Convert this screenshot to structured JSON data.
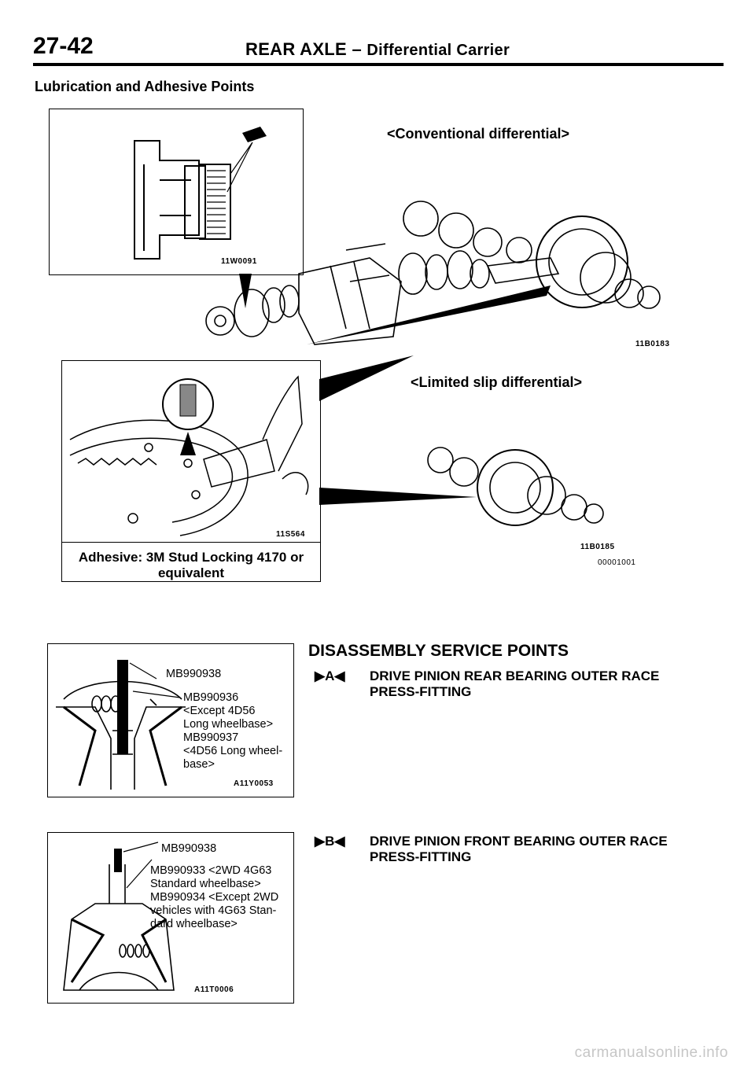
{
  "header": {
    "page_number": "27-42",
    "title": "REAR AXLE",
    "separator": "–",
    "subtitle": "Differential Carrier"
  },
  "lubrication": {
    "heading": "Lubrication and Adhesive Points",
    "inset_top_code": "11W0091",
    "conventional_label": "<Conventional differential>",
    "conventional_code": "11B0183",
    "limited_slip_label": "<Limited slip differential>",
    "limited_slip_code": "11B0185",
    "figure_code": "00001001",
    "inset_adhesive_code": "11S564",
    "adhesive_caption": "Adhesive: 3M Stud Locking 4170 or equivalent"
  },
  "tool_fig_1": {
    "callouts": [
      "MB990938",
      "MB990936",
      "<Except 4D56",
      "Long wheelbase>",
      "MB990937",
      "<4D56 Long wheel-",
      "base>"
    ],
    "code": "A11Y0053"
  },
  "tool_fig_2": {
    "callouts": [
      "MB990938",
      "MB990933 <2WD 4G63",
      "Standard wheelbase>",
      "MB990934 <Except 2WD",
      "vehicles with 4G63 Stan-",
      "dard wheelbase>"
    ],
    "code": "A11T0006"
  },
  "service": {
    "heading": "DISASSEMBLY SERVICE POINTS",
    "points": [
      {
        "marker": "▶A◀",
        "lines": [
          "DRIVE PINION REAR BEARING OUTER RACE",
          "PRESS-FITTING"
        ]
      },
      {
        "marker": "▶B◀",
        "lines": [
          "DRIVE PINION FRONT BEARING OUTER RACE",
          "PRESS-FITTING"
        ]
      }
    ]
  },
  "watermark": "carmanualsonline.info"
}
